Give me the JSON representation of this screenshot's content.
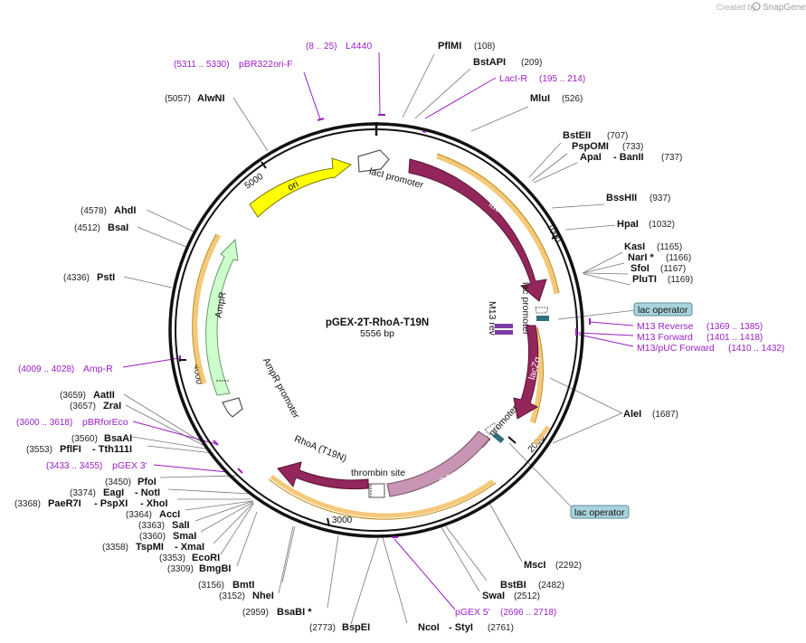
{
  "branding": {
    "created_by": "Created by",
    "app": "SnapGene"
  },
  "plasmid": {
    "name": "pGEX-2T-RhoA-T19N",
    "size": "5556 bp"
  },
  "ticks": [
    "1000",
    "2000",
    "3000",
    "4000",
    "5000"
  ],
  "features": {
    "lacI": "lacI",
    "lacI_promoter": "lacI promoter",
    "lac_promoter": "lac promoter",
    "m13_rev": "M13 rev",
    "lacZa": "lacZα",
    "tac_promoter": "tac promoter",
    "GST": "GST",
    "thrombin": "thrombin site",
    "RhoA": "RhoA (T19N)",
    "AmpR": "AmpR",
    "AmpR_promoter": "AmpR promoter",
    "ori": "ori",
    "lac_operator_1": "lac operator",
    "lac_operator_2": "lac operator"
  },
  "sites": [
    {
      "name": "PflMI",
      "pos": "(108)"
    },
    {
      "name": "BstAPI",
      "pos": "(209)"
    },
    {
      "name": "MluI",
      "pos": "(526)"
    },
    {
      "name": "BstEII",
      "pos": "(707)"
    },
    {
      "name": "PspOMI",
      "pos": "(733)"
    },
    {
      "name": "ApaI",
      "pos": ""
    },
    {
      "name": "- BanII",
      "pos": "(737)"
    },
    {
      "name": "BssHII",
      "pos": "(937)"
    },
    {
      "name": "HpaI",
      "pos": "(1032)"
    },
    {
      "name": "KasI",
      "pos": "(1165)"
    },
    {
      "name": "NarI *",
      "pos": "(1166)"
    },
    {
      "name": "SfoI",
      "pos": "(1167)"
    },
    {
      "name": "PluTI",
      "pos": "(1169)"
    },
    {
      "name": "AleI",
      "pos": "(1687)"
    },
    {
      "name": "MscI",
      "pos": "(2292)"
    },
    {
      "name": "BstBI",
      "pos": "(2482)"
    },
    {
      "name": "SwaI",
      "pos": "(2512)"
    },
    {
      "name": "NcoI",
      "pos": ""
    },
    {
      "name": "- StyI",
      "pos": "(2761)"
    },
    {
      "name": "BspEI",
      "pos": "(2773)"
    },
    {
      "name": "BsaBI *",
      "pos": "(2959)"
    },
    {
      "name": "NheI",
      "pos": "(3152)"
    },
    {
      "name": "BmtI",
      "pos": "(3156)"
    },
    {
      "name": "BmgBI",
      "pos": "(3309)"
    },
    {
      "name": "EcoRI",
      "pos": "(3353)"
    },
    {
      "name": "TspMI",
      "pos": "(3358)"
    },
    {
      "name": "- XmaI",
      "pos": ""
    },
    {
      "name": "SmaI",
      "pos": "(3360)"
    },
    {
      "name": "SalI",
      "pos": "(3363)"
    },
    {
      "name": "AccI",
      "pos": "(3364)"
    },
    {
      "name": "PaeR7I",
      "pos": "(3368)"
    },
    {
      "name": "- PspXI",
      "pos": ""
    },
    {
      "name": "- XhoI",
      "pos": ""
    },
    {
      "name": "EagI",
      "pos": "(3374)"
    },
    {
      "name": "- NotI",
      "pos": ""
    },
    {
      "name": "PfoI",
      "pos": "(3450)"
    },
    {
      "name": "PflFI",
      "pos": "(3553)"
    },
    {
      "name": "- Tth111I",
      "pos": ""
    },
    {
      "name": "BsaAI",
      "pos": "(3560)"
    },
    {
      "name": "ZraI",
      "pos": "(3657)"
    },
    {
      "name": "AatII",
      "pos": "(3659)"
    },
    {
      "name": "PstI",
      "pos": "(4336)"
    },
    {
      "name": "BsaI",
      "pos": "(4512)"
    },
    {
      "name": "AhdI",
      "pos": "(4578)"
    },
    {
      "name": "AlwNI",
      "pos": "(5057)"
    }
  ],
  "primers": [
    {
      "name": "L4440",
      "pos": "(8 .. 25)"
    },
    {
      "name": "pBR322ori-F",
      "pos": "(5311 .. 5330)"
    },
    {
      "name": "LacI-R",
      "pos": "(195 .. 214)"
    },
    {
      "name": "M13 Reverse",
      "pos": "(1369 .. 1385)"
    },
    {
      "name": "M13 Forward",
      "pos": "(1401 .. 1418)"
    },
    {
      "name": "M13/pUC Forward",
      "pos": "(1410 .. 1432)"
    },
    {
      "name": "pGEX 5'",
      "pos": "(2696 .. 2718)"
    },
    {
      "name": "pGEX 3'",
      "pos": "(3433 .. 3455)"
    },
    {
      "name": "pBRforEco",
      "pos": "(3600 .. 3618)"
    },
    {
      "name": "Amp-R",
      "pos": "(4009 .. 4028)"
    }
  ],
  "colors": {
    "lacI": "#93265b",
    "lacZa": "#93265b",
    "RhoA": "#93265b",
    "GST": "#c896b4",
    "AmpR": "#ccffcc",
    "ori": "#ffff00",
    "primer": "#9a1fc4",
    "highlight": "#f4c26b",
    "operator": "#a9d3dc"
  }
}
